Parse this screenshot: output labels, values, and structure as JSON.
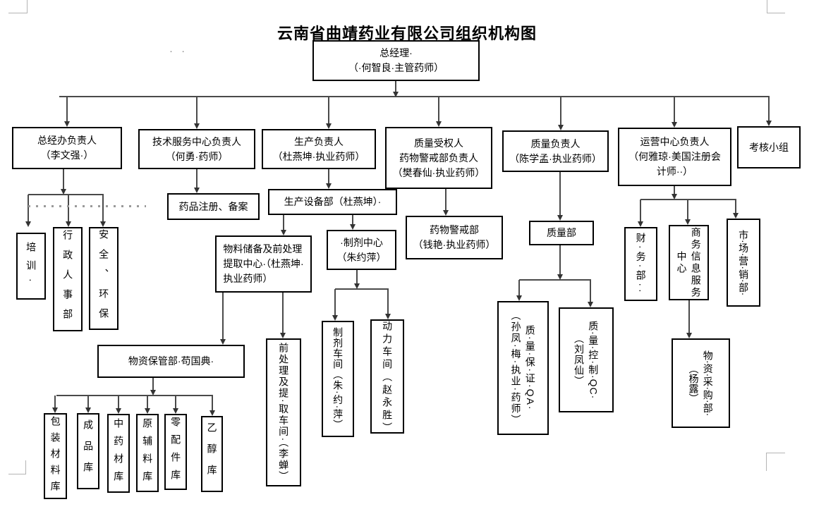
{
  "title": "云南省曲靖药业有限公司组织机构图",
  "stray_dots": "· ·",
  "colors": {
    "line": "#4a4a4a",
    "box_border": "#000000",
    "dotted_line": "#9a9a9a",
    "corner_mark": "#b4b4b4",
    "text": "#000000"
  },
  "nodes": {
    "gm": "总经理·\n（·何智良·主管药师）",
    "zjb": "总经办负责人\n（李文强·）",
    "jsfw": "技术服务中心负责人\n（何勇·药师）",
    "scfzr": "生产负责人\n（杜燕坤·执业药师）",
    "zlsqr": "质量受权人\n药物警戒部负责人\n（樊春仙·执业药师）",
    "zlfzr": "质量负责人\n（陈学孟·执业药师）",
    "yy": "运营中心负责人\n（何雅琼·美国注册会\n计师··）",
    "kh": "考核小组",
    "ypzc": "药品注册、备案",
    "scsb": "生产设备部（杜燕坤）·",
    "wlcb": "物料储备及前处理\n提取中心·（杜燕坤·\n执业药师）",
    "zjzx": "·制剂中心\n（朱约萍）",
    "ywjjb": "药物警戒部\n（钱艳·执业药师）",
    "zlb": "质量部",
    "px": "培训·",
    "xzrsb": "行政人事部",
    "aqhb": "安全、环保",
    "wzbgb": "物资保管部·苟国典·",
    "bzclk": "包装材料库",
    "cpk": "成品库",
    "zyck": "中药材库",
    "yflk": "原辅料库",
    "lpjk": "零配件库",
    "yck": "乙醇库",
    "qcl": "前处理及提·取车间·（李蝉）",
    "zjcj": "制剂车间（朱·约·萍）",
    "dlcj": "动力车间（赵永胜）",
    "qa": "质·量·保·证·QA·\n（孙凤·梅·执业·药师）",
    "qc": "质·量·控·制·QC·\n（刘凤仙）",
    "cwb": "财·务·部··",
    "swxx": "商务信息服务\n中心",
    "scyxb": "市·场·营·销·部·",
    "wzcgb": "物·资·采·购·部·\n（杨露）"
  },
  "tree": {
    "gm": [
      "zjb",
      "jsfw",
      "scfzr",
      "zlsqr",
      "zlfzr",
      "yy",
      "kh"
    ],
    "zjb": [
      "px",
      "xzrsb",
      "aqhb"
    ],
    "jsfw": [
      "ypzc"
    ],
    "scfzr": [
      "scsb"
    ],
    "scsb": [
      "wlcb",
      "zjzx"
    ],
    "wlcb": [
      "wzbgb",
      "qcl"
    ],
    "zjzx": [
      "zjcj",
      "dlcj"
    ],
    "zlsqr": [
      "ywjjb"
    ],
    "zlfzr": [
      "zlb"
    ],
    "zlb": [
      "qa",
      "qc"
    ],
    "yy": [
      "cwb",
      "swxx",
      "scyxb"
    ],
    "swxx": [
      "wzcgb"
    ],
    "wzbgb": [
      "bzclk",
      "cpk",
      "zyck",
      "yflk",
      "lpjk",
      "yck"
    ]
  }
}
